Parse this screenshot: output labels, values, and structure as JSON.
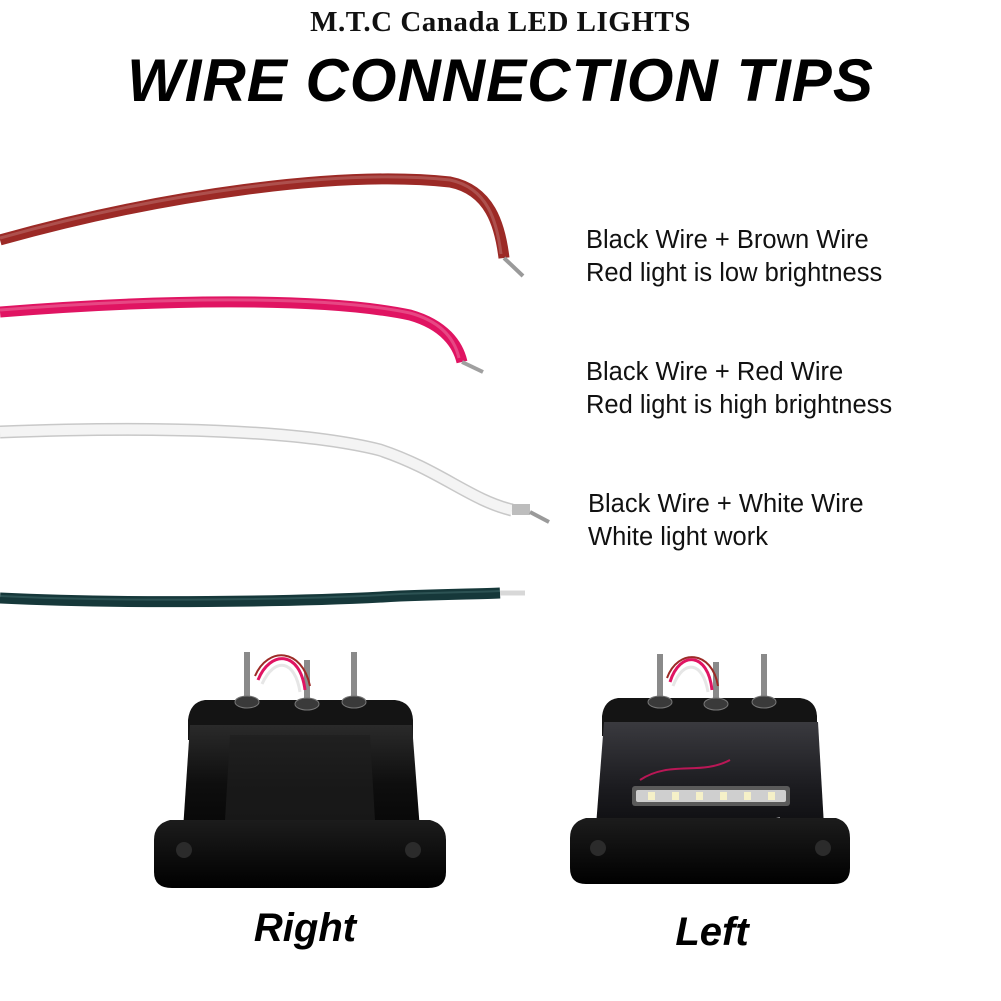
{
  "header": {
    "brand": "M.T.C Canada LED LIGHTS",
    "title": "WIRE CONNECTION TIPS"
  },
  "wires": [
    {
      "color_name": "brown",
      "color": "#9c2a26"
    },
    {
      "color_name": "red",
      "color": "#e01462"
    },
    {
      "color_name": "white",
      "color": "#f4f4f4"
    },
    {
      "color_name": "black",
      "color": "#16383a"
    }
  ],
  "tips": [
    {
      "line1": "Black Wire + Brown Wire",
      "line2": "Red light is low brightness"
    },
    {
      "line1": "Black Wire + Red Wire",
      "line2": "Red light is high brightness"
    },
    {
      "line1": "Black Wire + White Wire",
      "line2": "White light work"
    }
  ],
  "lights": [
    {
      "caption": "Right"
    },
    {
      "caption": "Left"
    }
  ]
}
